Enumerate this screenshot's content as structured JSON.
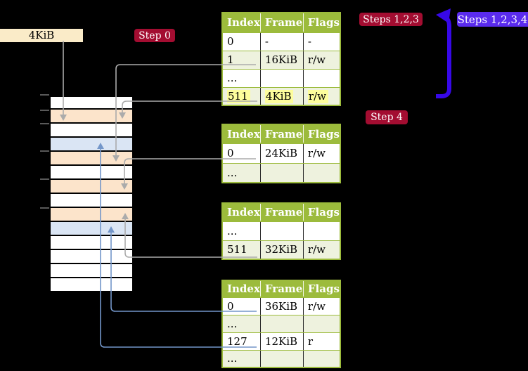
{
  "colors": {
    "background": "#000000",
    "table_header_bg": "#9CBB3C",
    "table_header_text": "#FFFFFF",
    "table_border": "#9CBB3C",
    "table_row_white": "#FFFFFF",
    "table_row_green": "#EEF2DE",
    "highlight_yellow": "#FDFD9C",
    "memory_white": "#FFFFFF",
    "memory_peach": "#FCE4CB",
    "memory_blue": "#DAE5F4",
    "size_label_bg": "#FAEBC8",
    "badge_crimson": "#A30D31",
    "badge_violet": "#5A2BEE",
    "loop_arrow_blue": "#3708E8",
    "connector_gray": "#ABABAB",
    "connector_blue": "#7396C9",
    "tick_gray": "#777777"
  },
  "size_label": {
    "text": "4KiB"
  },
  "badges": {
    "step0": {
      "label": "Step 0"
    },
    "steps123": {
      "label": "Steps 1,2,3"
    },
    "steps1234": {
      "label": "Steps 1,2,3,4"
    },
    "step4": {
      "label": "Step 4"
    }
  },
  "tables": [
    {
      "name": "page-table-level-1",
      "columns": [
        "Index",
        "Frame",
        "Flags"
      ],
      "rows": [
        {
          "cells": [
            "0",
            "-",
            "-"
          ],
          "highlight": false
        },
        {
          "cells": [
            "1",
            "16KiB",
            "r/w"
          ],
          "highlight": false
        },
        {
          "cells": [
            "...",
            "",
            ""
          ],
          "highlight": false
        },
        {
          "cells": [
            "511",
            "4KiB",
            "r/w"
          ],
          "highlight": true
        }
      ]
    },
    {
      "name": "page-table-level-2",
      "columns": [
        "Index",
        "Frame",
        "Flags"
      ],
      "rows": [
        {
          "cells": [
            "0",
            "24KiB",
            "r/w"
          ],
          "highlight": false
        },
        {
          "cells": [
            "...",
            "",
            ""
          ],
          "highlight": false
        }
      ]
    },
    {
      "name": "page-table-level-3",
      "columns": [
        "Index",
        "Frame",
        "Flags"
      ],
      "rows": [
        {
          "cells": [
            "...",
            "",
            ""
          ],
          "highlight": false
        },
        {
          "cells": [
            "511",
            "32KiB",
            "r/w"
          ],
          "highlight": false
        }
      ]
    },
    {
      "name": "page-table-level-4",
      "columns": [
        "Index",
        "Frame",
        "Flags"
      ],
      "rows": [
        {
          "cells": [
            "0",
            "36KiB",
            "r/w"
          ],
          "highlight": false
        },
        {
          "cells": [
            "...",
            "",
            ""
          ],
          "highlight": false
        },
        {
          "cells": [
            "127",
            "12KiB",
            "r"
          ],
          "highlight": false
        },
        {
          "cells": [
            "...",
            "",
            ""
          ],
          "highlight": false
        }
      ]
    }
  ],
  "memory_column": {
    "rows": [
      "white",
      "peach",
      "white",
      "blue",
      "peach",
      "white",
      "peach",
      "white",
      "peach",
      "blue",
      "white",
      "white",
      "white",
      "white"
    ]
  }
}
